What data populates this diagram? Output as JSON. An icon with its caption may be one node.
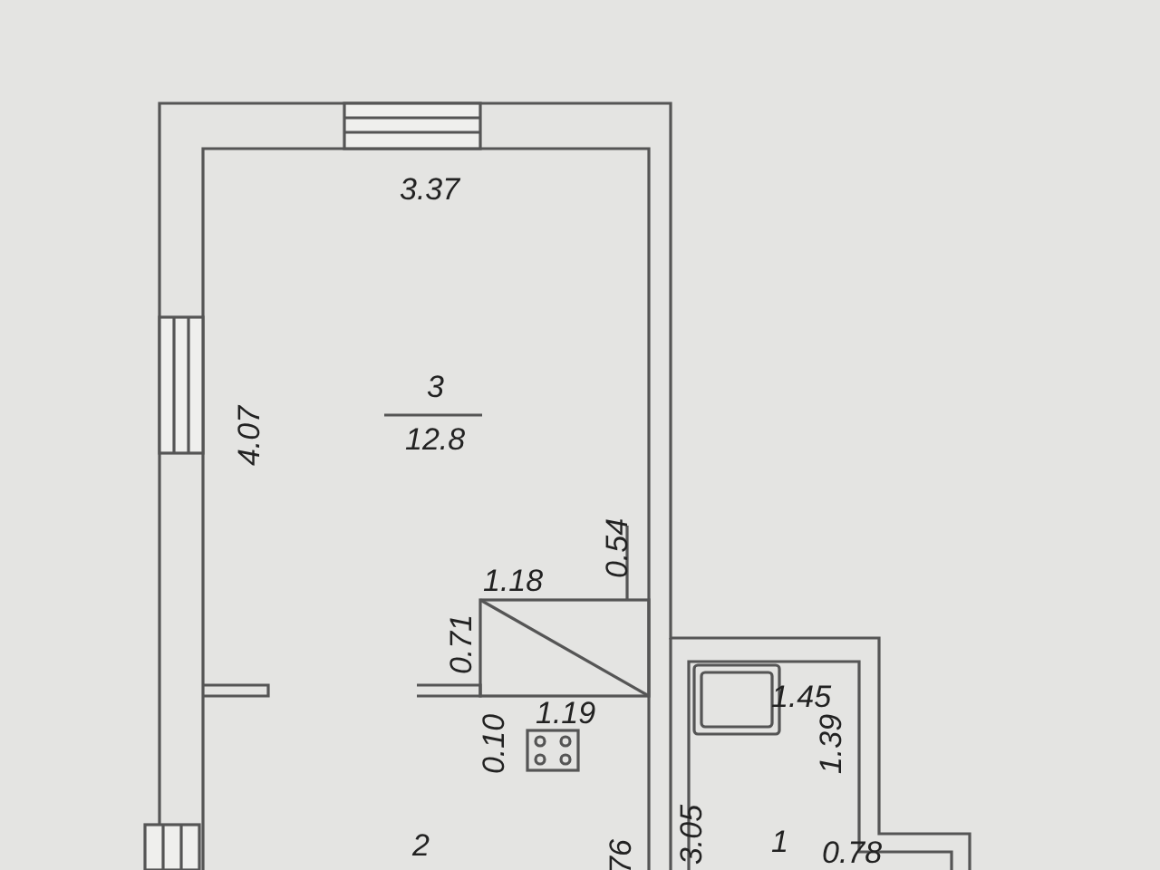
{
  "diagram": {
    "labels": [
      "3.37",
      "4.07",
      "3",
      "12.8",
      "1.18",
      "0.54",
      "0.71",
      "1.19",
      "0.10",
      "1.45",
      "1.39",
      "2",
      "76",
      "3.05",
      "1",
      "0.78"
    ]
  }
}
